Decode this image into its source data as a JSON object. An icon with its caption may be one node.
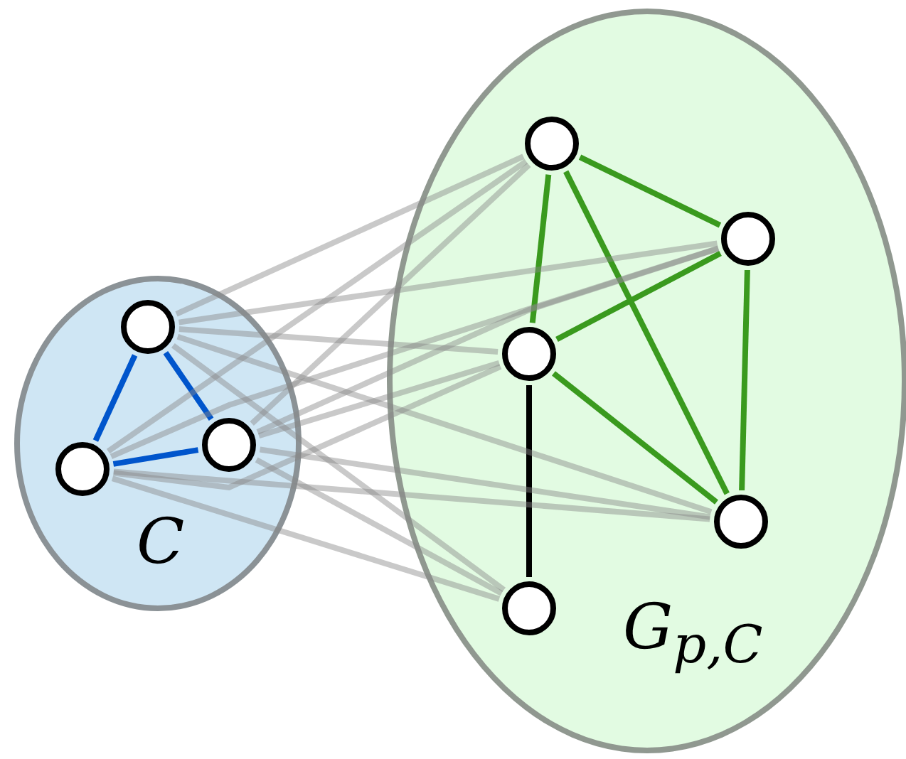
{
  "diagram": {
    "nodes": [
      {
        "text": [
          "C"
        ]
      },
      {
        "text": [
          "G$_{p,C}$"
        ]
      },
      {
        "text": [],
        "shape": "circle",
        "in": 0
      },
      {
        "text": [],
        "shape": "circle",
        "in": 0
      },
      {
        "text": [],
        "shape": "circle",
        "in": 0
      },
      {
        "text": [],
        "shape": "circle",
        "in": 1
      },
      {
        "text": [],
        "shape": "circle",
        "in": 1
      },
      {
        "text": [],
        "shape": "circle",
        "in": 1
      },
      {
        "text": [],
        "shape": "circle",
        "in": 1
      },
      {
        "text": [],
        "shape": "circle",
        "in": 1
      }
    ],
    "edges": [
      {
        "from": 2,
        "to": 3,
        "arrow": "none",
        "color": "#0055cc"
      },
      {
        "from": 2,
        "to": 4,
        "arrow": "none",
        "color": "#0055cc"
      },
      {
        "from": 3,
        "to": 4,
        "arrow": "none",
        "color": "#0055cc"
      },
      {
        "from": 5,
        "to": 6,
        "arrow": "none",
        "color": "#3a9a1e"
      },
      {
        "from": 5,
        "to": 7,
        "arrow": "none",
        "color": "#3a9a1e"
      },
      {
        "from": 5,
        "to": 8,
        "arrow": "none",
        "color": "#3a9a1e"
      },
      {
        "from": 6,
        "to": 7,
        "arrow": "none",
        "color": "#3a9a1e"
      },
      {
        "from": 6,
        "to": 8,
        "arrow": "none",
        "color": "#3a9a1e"
      },
      {
        "from": 7,
        "to": 8,
        "arrow": "none",
        "color": "#3a9a1e"
      },
      {
        "from": 7,
        "to": 9,
        "arrow": "none",
        "color": "#000000"
      },
      {
        "from": 2,
        "to": 5,
        "arrow": "none"
      },
      {
        "from": 2,
        "to": 6,
        "arrow": "none"
      },
      {
        "from": 2,
        "to": 7,
        "arrow": "none"
      },
      {
        "from": 2,
        "to": 8,
        "arrow": "none"
      },
      {
        "from": 2,
        "to": 9,
        "arrow": "none"
      },
      {
        "from": 3,
        "to": 5,
        "arrow": "none"
      },
      {
        "from": 3,
        "to": 6,
        "arrow": "none"
      },
      {
        "from": 3,
        "to": 7,
        "arrow": "none"
      },
      {
        "from": 3,
        "to": 8,
        "arrow": "none"
      },
      {
        "from": 3,
        "to": 9,
        "arrow": "none"
      },
      {
        "from": 4,
        "to": 5,
        "arrow": "none"
      },
      {
        "from": 4,
        "to": 6,
        "arrow": "none"
      },
      {
        "from": 4,
        "to": 7,
        "arrow": "none"
      },
      {
        "from": 4,
        "to": 8,
        "arrow": "none"
      },
      {
        "from": 4,
        "to": 9,
        "arrow": "none"
      }
    ]
  }
}
